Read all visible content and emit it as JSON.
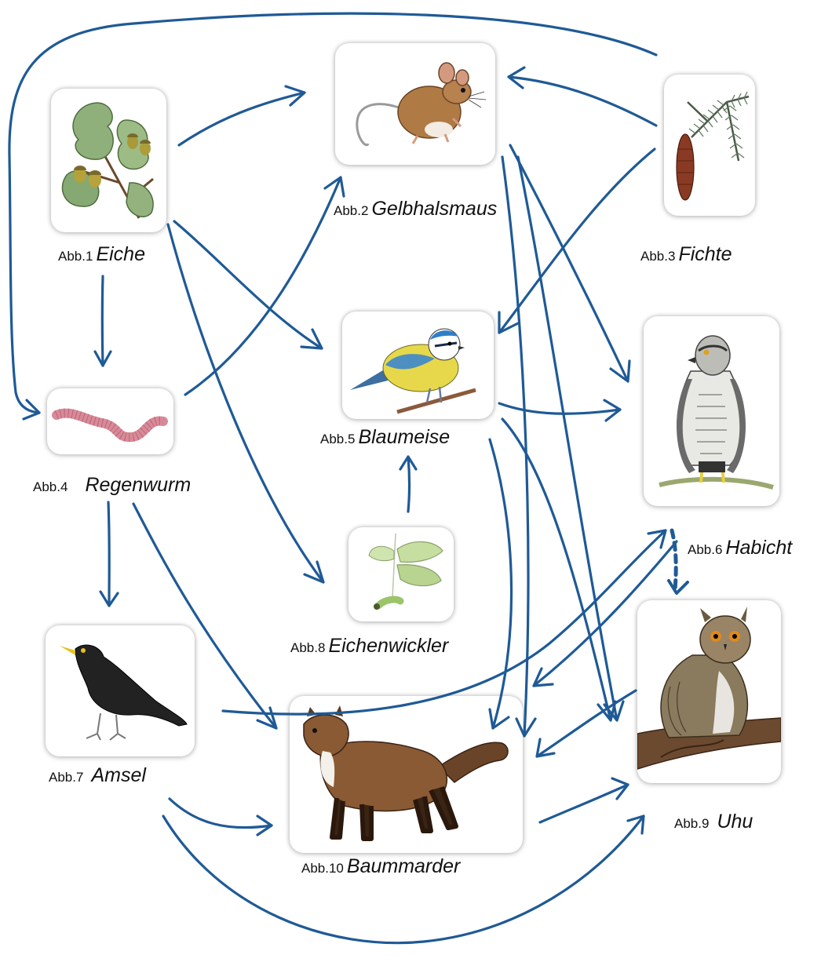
{
  "diagram": {
    "type": "food-web",
    "arrow_color": "#1f5a96",
    "nodes": [
      {
        "id": "eiche",
        "abb": "Abb.1",
        "name": "Eiche",
        "icon": "oak-branch-icon"
      },
      {
        "id": "gelbhalsmaus",
        "abb": "Abb.2",
        "name": "Gelbhalsmaus",
        "icon": "mouse-icon"
      },
      {
        "id": "fichte",
        "abb": "Abb.3",
        "name": "Fichte",
        "icon": "spruce-branch-icon"
      },
      {
        "id": "regenwurm",
        "abb": "Abb.4",
        "name": "Regenwurm",
        "icon": "earthworm-icon"
      },
      {
        "id": "blaumeise",
        "abb": "Abb.5",
        "name": "Blaumeise",
        "icon": "blue-tit-icon"
      },
      {
        "id": "habicht",
        "abb": "Abb.6",
        "name": "Habicht",
        "icon": "goshawk-icon"
      },
      {
        "id": "amsel",
        "abb": "Abb.7",
        "name": "Amsel",
        "icon": "blackbird-icon"
      },
      {
        "id": "eichenwickler",
        "abb": "Abb.8",
        "name": "Eichenwickler",
        "icon": "moth-caterpillar-icon"
      },
      {
        "id": "uhu",
        "abb": "Abb.9",
        "name": "Uhu",
        "icon": "eagle-owl-icon"
      },
      {
        "id": "baummarder",
        "abb": "Abb.10",
        "name": "Baummarder",
        "icon": "pine-marten-icon"
      }
    ],
    "edges": [
      {
        "from": "eiche",
        "to": "gelbhalsmaus"
      },
      {
        "from": "eiche",
        "to": "blaumeise"
      },
      {
        "from": "eiche",
        "to": "eichenwickler"
      },
      {
        "from": "eiche",
        "to": "regenwurm"
      },
      {
        "from": "fichte",
        "to": "gelbhalsmaus"
      },
      {
        "from": "fichte",
        "to": "blaumeise"
      },
      {
        "from": "fichte",
        "to": "regenwurm"
      },
      {
        "from": "regenwurm",
        "to": "gelbhalsmaus"
      },
      {
        "from": "regenwurm",
        "to": "amsel"
      },
      {
        "from": "regenwurm",
        "to": "baummarder"
      },
      {
        "from": "eichenwickler",
        "to": "blaumeise"
      },
      {
        "from": "gelbhalsmaus",
        "to": "habicht"
      },
      {
        "from": "gelbhalsmaus",
        "to": "uhu"
      },
      {
        "from": "gelbhalsmaus",
        "to": "baummarder"
      },
      {
        "from": "blaumeise",
        "to": "habicht"
      },
      {
        "from": "blaumeise",
        "to": "uhu"
      },
      {
        "from": "blaumeise",
        "to": "baummarder"
      },
      {
        "from": "amsel",
        "to": "habicht"
      },
      {
        "from": "amsel",
        "to": "baummarder"
      },
      {
        "from": "amsel",
        "to": "uhu"
      },
      {
        "from": "habicht",
        "to": "baummarder"
      },
      {
        "from": "habicht",
        "to": "uhu",
        "style": "dashed"
      },
      {
        "from": "uhu",
        "to": "baummarder"
      },
      {
        "from": "baummarder",
        "to": "uhu"
      }
    ]
  }
}
